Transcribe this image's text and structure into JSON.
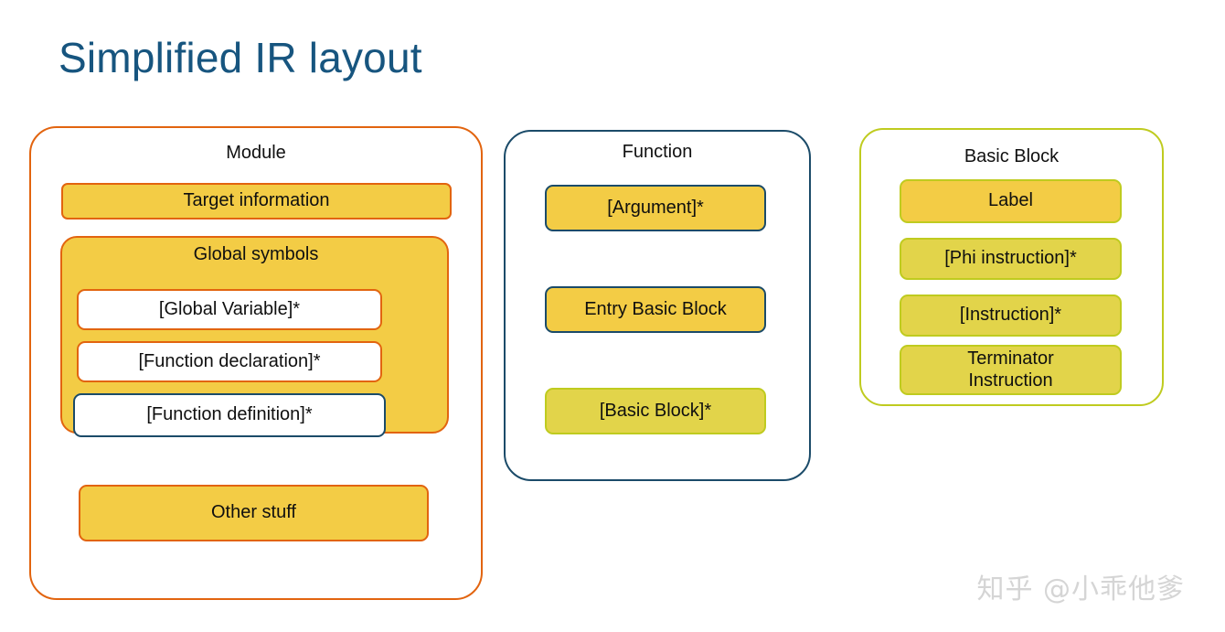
{
  "slide": {
    "title": "Simplified IR layout",
    "title_color": "#17557F",
    "background": "#FFFFFF"
  },
  "palette": {
    "orange": "#E2640F",
    "navy": "#1B4B69",
    "olive": "#BFCB1F",
    "yellow_fill": "#F3CC45",
    "olive_fill": "#E2D44A",
    "white_fill": "#FFFFFF",
    "text": "#101010",
    "watermark": "#D5D5D5"
  },
  "module": {
    "title": "Module",
    "target_information": "Target information",
    "global_symbols": {
      "title": "Global symbols",
      "items": [
        {
          "label": "[Global Variable]*",
          "fill": "#FFFFFF",
          "border": "#E2640F"
        },
        {
          "label": "[Function declaration]*",
          "fill": "#FFFFFF",
          "border": "#E2640F"
        },
        {
          "label": "[Function definition]*",
          "fill": "#FFFFFF",
          "border": "#1B4B69"
        }
      ]
    },
    "other_stuff": "Other stuff"
  },
  "function": {
    "title": "Function",
    "items": [
      {
        "label": "[Argument]*",
        "fill": "#F3CC45",
        "border": "#1B4B69"
      },
      {
        "label": "Entry Basic Block",
        "fill": "#F3CC45",
        "border": "#1B4B69"
      },
      {
        "label": "[Basic Block]*",
        "fill": "#E2D44A",
        "border": "#BFCB1F"
      }
    ]
  },
  "basic_block": {
    "title": "Basic Block",
    "items": [
      {
        "label": "Label",
        "fill": "#F3CC45",
        "border": "#BFCB1F"
      },
      {
        "label": "[Phi instruction]*",
        "fill": "#E2D44A",
        "border": "#BFCB1F"
      },
      {
        "label": "[Instruction]*",
        "fill": "#E2D44A",
        "border": "#BFCB1F"
      },
      {
        "label": "Terminator Instruction",
        "fill": "#E2D44A",
        "border": "#BFCB1F"
      }
    ],
    "terminator_line1": "Terminator",
    "terminator_line2": "Instruction"
  },
  "watermark": {
    "text": "知乎 @小乖他爹"
  }
}
